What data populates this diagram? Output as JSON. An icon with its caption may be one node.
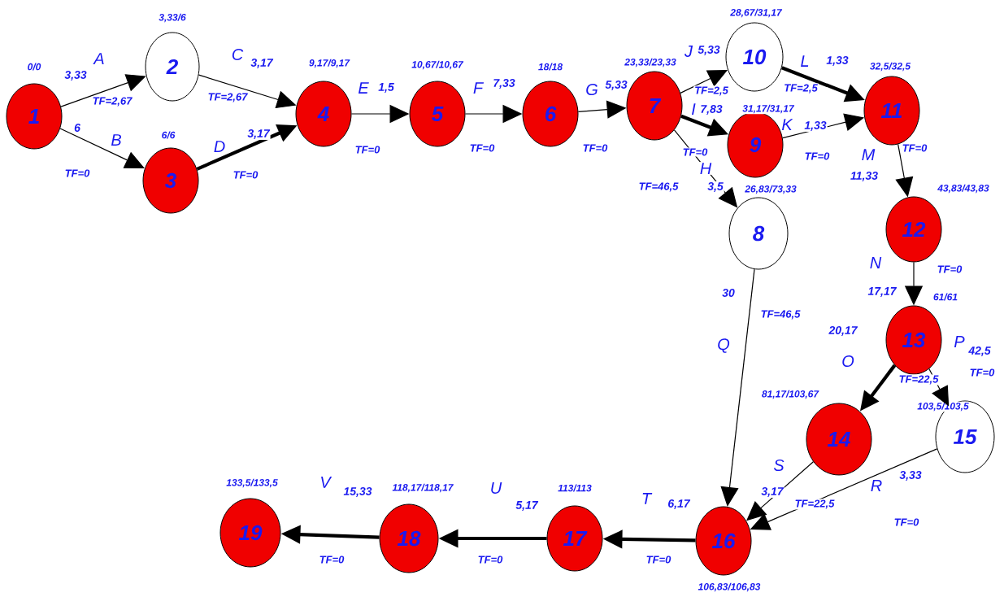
{
  "diagram": {
    "nodes": [
      {
        "text": [
          "1"
        ],
        "beside": [
          "0/0"
        ]
      },
      {
        "text": [
          "2"
        ],
        "beside": [
          "3,33/6"
        ]
      },
      {
        "text": [
          "3"
        ],
        "beside": [
          "6/6"
        ]
      },
      {
        "text": [
          "4"
        ],
        "beside": [
          "9,17/9,17"
        ]
      },
      {
        "text": [
          "5"
        ],
        "beside": [
          "10,67/10,67"
        ]
      },
      {
        "text": [
          "6"
        ],
        "beside": [
          "18/18"
        ]
      },
      {
        "text": [
          "7"
        ],
        "beside": [
          "23,33/23,33"
        ]
      },
      {
        "text": [
          "8"
        ],
        "beside": [
          "26,83/73,33"
        ]
      },
      {
        "text": [
          "9"
        ],
        "beside": [
          "31,17/31,17"
        ]
      },
      {
        "text": [
          "10"
        ],
        "beside": [
          "28,67/31,17"
        ]
      },
      {
        "text": [
          "11"
        ],
        "beside": [
          "32,5/32,5"
        ]
      },
      {
        "text": [
          "12"
        ],
        "beside": [
          "43,83/43,83"
        ]
      },
      {
        "text": [
          "13"
        ],
        "beside": [
          "61/61"
        ]
      },
      {
        "text": [
          "14"
        ],
        "beside": [
          "81,17/103,67"
        ]
      },
      {
        "text": [
          "15"
        ],
        "beside": [
          "103,5/103,5"
        ]
      },
      {
        "text": [
          "16"
        ],
        "beside": [
          "106,83/106,83"
        ]
      },
      {
        "text": [
          "17"
        ],
        "beside": [
          "113/113"
        ]
      },
      {
        "text": [
          "18"
        ],
        "beside": [
          "118,17/118,17"
        ]
      },
      {
        "text": [
          "19"
        ],
        "beside": [
          "133,5/133,5"
        ]
      }
    ],
    "edges": [
      {
        "from": 0,
        "to": 1,
        "arrow": "to",
        "label": "A"
      },
      {
        "from": 0,
        "to": 2,
        "arrow": "to",
        "label": "B"
      },
      {
        "from": 1,
        "to": 3,
        "arrow": "to",
        "label": "C"
      },
      {
        "from": 2,
        "to": 3,
        "arrow": "to",
        "label": "D",
        "style": "thick"
      },
      {
        "from": 3,
        "to": 4,
        "arrow": "to",
        "label": "E"
      },
      {
        "from": 4,
        "to": 5,
        "arrow": "to",
        "label": "F"
      },
      {
        "from": 5,
        "to": 6,
        "arrow": "to",
        "label": "G"
      },
      {
        "from": 6,
        "to": 9,
        "arrow": "to",
        "label": "J"
      },
      {
        "from": 6,
        "to": 8,
        "arrow": "to",
        "label": "I",
        "style": "thick"
      },
      {
        "from": 6,
        "to": 7,
        "arrow": "to",
        "label": "H"
      },
      {
        "from": 9,
        "to": 10,
        "arrow": "to",
        "label": "L",
        "style": "thick"
      },
      {
        "from": 8,
        "to": 10,
        "arrow": "to",
        "label": "K"
      },
      {
        "from": 10,
        "to": 11,
        "arrow": "to",
        "label": "M"
      },
      {
        "from": 11,
        "to": 12,
        "arrow": "to",
        "label": "N"
      },
      {
        "from": 12,
        "to": 13,
        "arrow": "to",
        "label": "O",
        "style": "thick"
      },
      {
        "from": 12,
        "to": 14,
        "arrow": "to",
        "label": "P"
      },
      {
        "from": 7,
        "to": 15,
        "arrow": "to",
        "label": "Q"
      },
      {
        "from": 13,
        "to": 15,
        "arrow": "to",
        "label": "S"
      },
      {
        "from": 14,
        "to": 15,
        "arrow": "to",
        "label": "R"
      },
      {
        "from": 15,
        "to": 16,
        "arrow": "to",
        "label": "T",
        "style": "thick"
      },
      {
        "from": 16,
        "to": 17,
        "arrow": "to",
        "label": "U",
        "style": "thick"
      },
      {
        "from": 17,
        "to": 18,
        "arrow": "to",
        "label": "V",
        "style": "thick"
      }
    ],
    "labels": [
      "3,33",
      "TF=2,67",
      "6",
      "TF=0",
      "3,17",
      "TF=2,67",
      "3,17",
      "TF=0",
      "1,5",
      "TF=0",
      "7,33",
      "TF=0",
      "5,33",
      "TF=0",
      "5,33",
      "TF=2,5",
      "7,83",
      "TF=0",
      "3,5",
      "TF=46,5",
      "1,33",
      "TF=2,5",
      "1,33",
      "TF=0",
      "11,33",
      "TF=0",
      "17,17",
      "TF=0",
      "20,17",
      "TF=22,5",
      "42,5",
      "TF=0",
      "30",
      "TF=46,5",
      "3,17",
      "TF=22,5",
      "3,33",
      "TF=0",
      "6,17",
      "TF=0",
      "5,17",
      "TF=0",
      "15,33",
      "TF=0"
    ]
  }
}
